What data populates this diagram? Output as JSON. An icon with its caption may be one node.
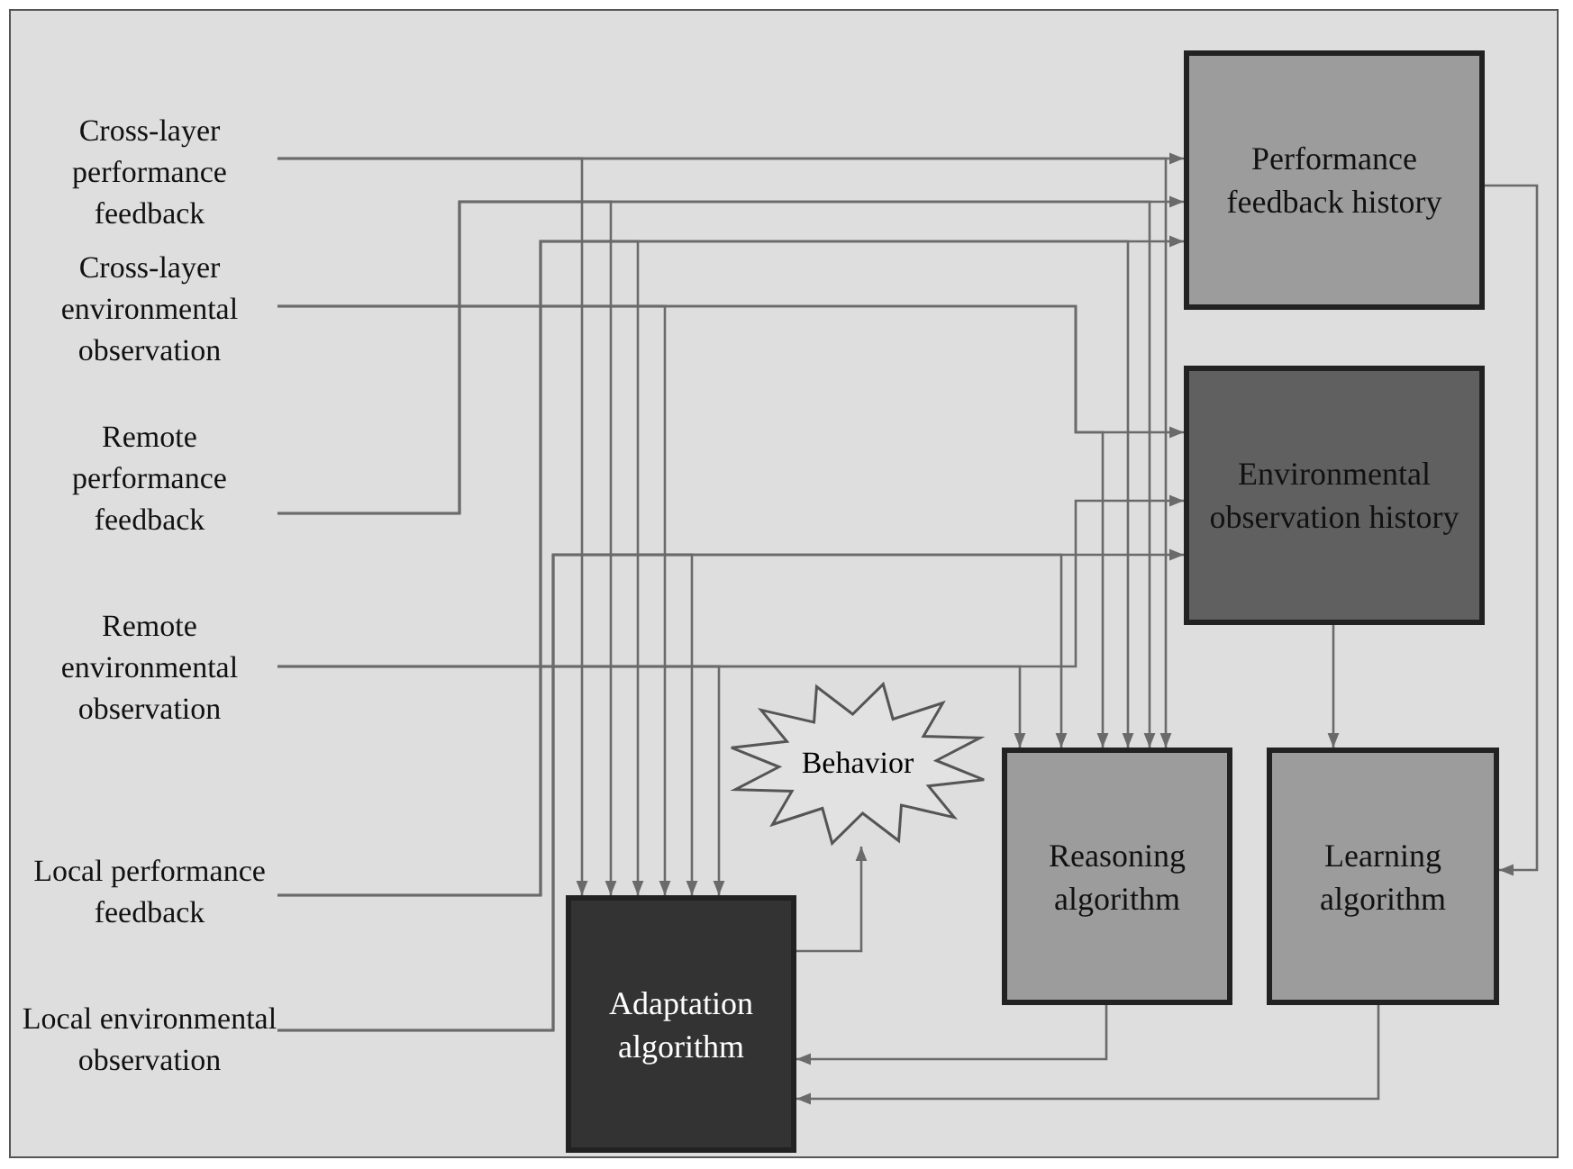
{
  "diagram": {
    "nodes": [
      {
        "text": [
          "Cross-layer performance feedback"
        ]
      },
      {
        "text": [
          "Cross-layer environmental observation"
        ]
      },
      {
        "text": [
          "Remote performance feedback"
        ]
      },
      {
        "text": [
          "Remote environmental observation"
        ]
      },
      {
        "text": [
          "Local performance feedback"
        ]
      },
      {
        "text": [
          "Local environmental observation"
        ]
      },
      {
        "text": [
          "Performance feedback history"
        ]
      },
      {
        "text": [
          "Environmental observation history"
        ]
      },
      {
        "text": [
          "Behavior"
        ]
      },
      {
        "text": [
          "Reasoning algorithm"
        ]
      },
      {
        "text": [
          "Learning algorithm"
        ]
      },
      {
        "text": [
          "Adaptation algorithm"
        ]
      }
    ],
    "edges": [
      {
        "from": 0,
        "to": 6,
        "arrow": "to"
      },
      {
        "from": 0,
        "to": 11,
        "arrow": "to"
      },
      {
        "from": 0,
        "to": 9,
        "arrow": "to"
      },
      {
        "from": 1,
        "to": 7,
        "arrow": "to"
      },
      {
        "from": 1,
        "to": 11,
        "arrow": "to"
      },
      {
        "from": 1,
        "to": 9,
        "arrow": "to"
      },
      {
        "from": 2,
        "to": 6,
        "arrow": "to"
      },
      {
        "from": 2,
        "to": 11,
        "arrow": "to"
      },
      {
        "from": 2,
        "to": 9,
        "arrow": "to"
      },
      {
        "from": 3,
        "to": 7,
        "arrow": "to"
      },
      {
        "from": 3,
        "to": 11,
        "arrow": "to"
      },
      {
        "from": 3,
        "to": 9,
        "arrow": "to"
      },
      {
        "from": 4,
        "to": 6,
        "arrow": "to"
      },
      {
        "from": 4,
        "to": 11,
        "arrow": "to"
      },
      {
        "from": 4,
        "to": 9,
        "arrow": "to"
      },
      {
        "from": 5,
        "to": 7,
        "arrow": "to"
      },
      {
        "from": 5,
        "to": 11,
        "arrow": "to"
      },
      {
        "from": 5,
        "to": 9,
        "arrow": "to"
      },
      {
        "from": 6,
        "to": 10,
        "arrow": "to"
      },
      {
        "from": 7,
        "to": 10,
        "arrow": "to"
      },
      {
        "from": 9,
        "to": 11,
        "arrow": "to"
      },
      {
        "from": 10,
        "to": 11,
        "arrow": "to"
      },
      {
        "from": 11,
        "to": 8,
        "arrow": "to"
      }
    ]
  }
}
